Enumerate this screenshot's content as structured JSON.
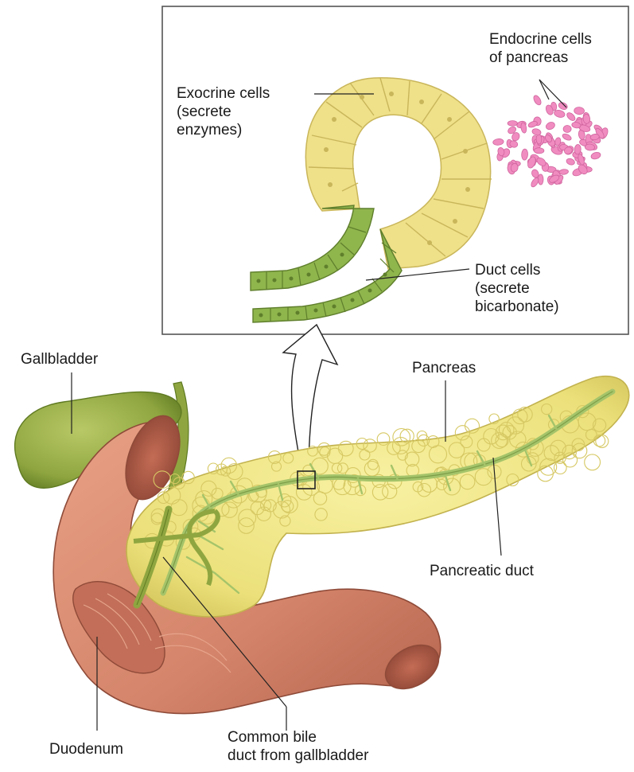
{
  "labels": {
    "endocrine": [
      "Endocrine cells",
      "of pancreas"
    ],
    "exocrine": [
      "Exocrine cells",
      "(secrete",
      "enzymes)"
    ],
    "duct_cells": [
      "Duct cells",
      "(secrete",
      "bicarbonate)"
    ],
    "gallbladder": "Gallbladder",
    "pancreas": "Pancreas",
    "pancreatic_duct": "Pancreatic duct",
    "duodenum": "Duodenum",
    "common_bile": [
      "Common bile",
      "duct from gallbladder"
    ]
  },
  "colors": {
    "exocrine_cell": "#efe08a",
    "duct_cell": "#8fb54d",
    "endocrine_cell": "#f08cc0",
    "pancreas": "#f2ea86",
    "duodenum": "#d98a6e",
    "gallbladder": "#8fa640",
    "pancreatic_duct": "#a5c46a"
  }
}
